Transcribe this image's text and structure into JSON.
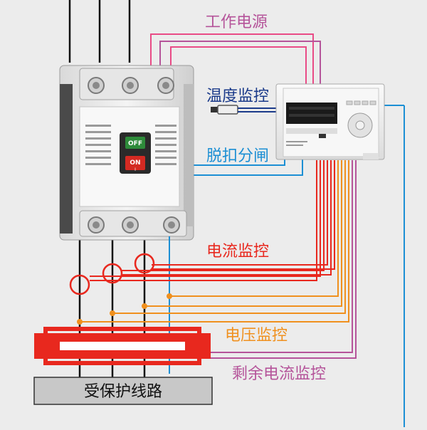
{
  "labels": {
    "power": "工作电源",
    "temperature": "温度监控",
    "trip": "脱扣分闸",
    "current": "电流监控",
    "voltage": "电压监控",
    "residual": "剩余电流监控",
    "protected_line": "受保护线路"
  },
  "breaker": {
    "off": "OFF",
    "on": "ON",
    "on_symbol": "I",
    "off_symbol": "O"
  },
  "colors": {
    "background": "#ececec",
    "power_label": "#b5549a",
    "temperature_label": "#1a3a8a",
    "trip_label": "#1c8fd4",
    "current_label": "#e8281e",
    "voltage_label": "#f0901e",
    "residual_label": "#b5549a",
    "busbar_red": "#e8281e"
  }
}
